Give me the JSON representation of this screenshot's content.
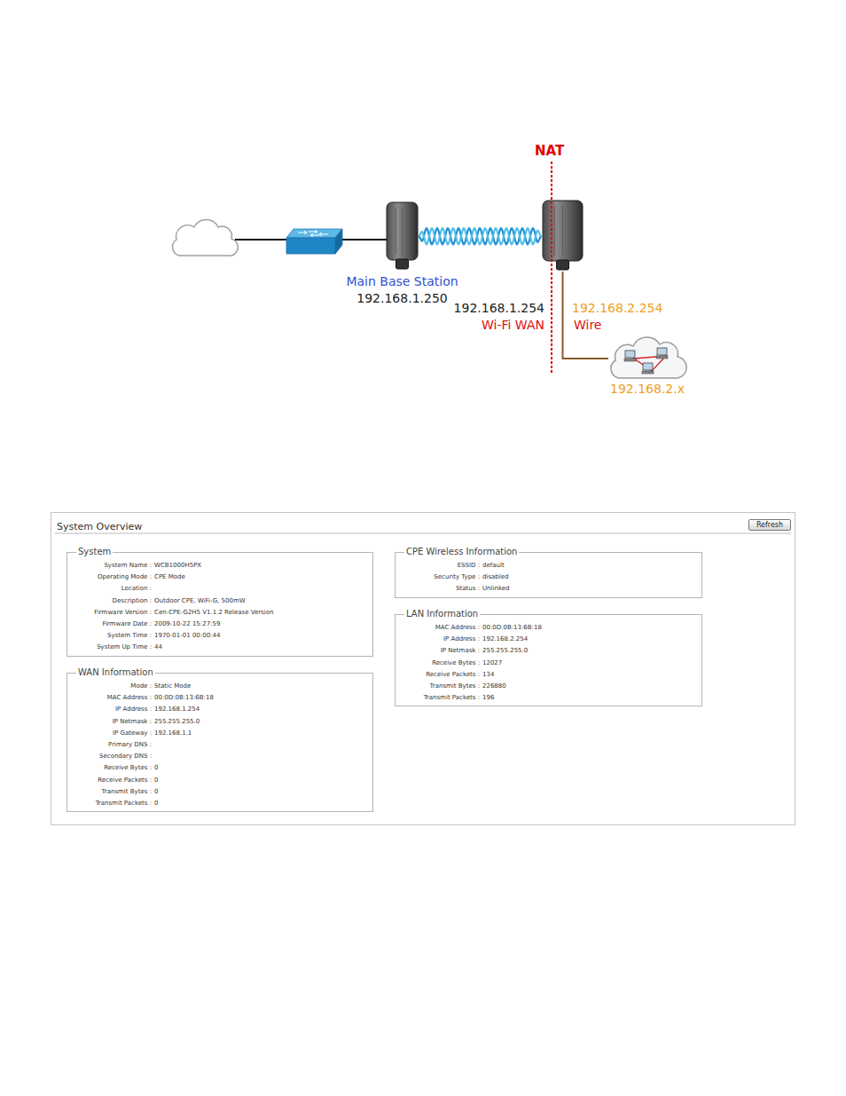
{
  "diagram": {
    "nodes": [
      {
        "text": [
          "Main Base Station",
          "192.168.1.250"
        ]
      },
      {
        "text": [
          "192.168.1.254",
          "Wi-Fi WAN",
          "192.168.2.254",
          "Wire"
        ]
      },
      {
        "text": [
          "192.168.2.x"
        ]
      },
      {
        "text": [
          "System Overview"
        ]
      },
      {
        "text": [
          "Refresh"
        ],
        "in": 3
      },
      {
        "text": [
          "System",
          "System Name :",
          "WCB1000H5PX",
          "Operating Mode :",
          "CPE Mode",
          "Location :",
          "Description :",
          "Outdoor CPE, WiFi-G, 500mW",
          "Firmware Version :",
          "Cen-CPE-G2H5 V1.1.2 Release Version",
          "Firmware Date :",
          "2009-10-22 15:27:59",
          "System Time :",
          "1970-01-01 00:00:44",
          "System Up Time :",
          "44"
        ],
        "in": 3
      },
      {
        "text": [
          "WAN Information",
          "Mode :",
          "Static Mode",
          "MAC Address :",
          "00:0D:0B:13:6B:18",
          "IP Address :",
          "192.168.1.254",
          "IP Netmask :",
          "255.255.255.0",
          "IP Gateway :",
          "192.168.1.1",
          "Primary DNS :",
          "Secondary DNS :",
          "Receive Bytes :",
          "0",
          "Receive Packets :",
          "0",
          "Transmit Bytes :",
          "0",
          "Transmit Packets :",
          "0"
        ],
        "in": 3
      },
      {
        "text": [
          "CPE Wireless Information",
          "ESSID :",
          "default",
          "Security Type :",
          "disabled",
          "Status :",
          "Unlinked"
        ],
        "in": 3
      },
      {
        "text": [
          "LAN Information",
          "MAC Address :",
          "00:0D:0B:13:6B:18",
          "IP Address :",
          "192.168.2.254",
          "IP Netmask :",
          "255.255.255.0",
          "Receive Bytes :",
          "12027",
          "Receive Packets :",
          "134",
          "Transmit Bytes :",
          "226880",
          "Transmit Packets :",
          "196"
        ],
        "in": 3
      }
    ],
    "edges": [
      {
        "from": 0,
        "to": 1,
        "arrow": "none"
      },
      {
        "from": 1,
        "to": 2,
        "arrow": "none"
      }
    ],
    "labels": [
      "NAT"
    ]
  }
}
